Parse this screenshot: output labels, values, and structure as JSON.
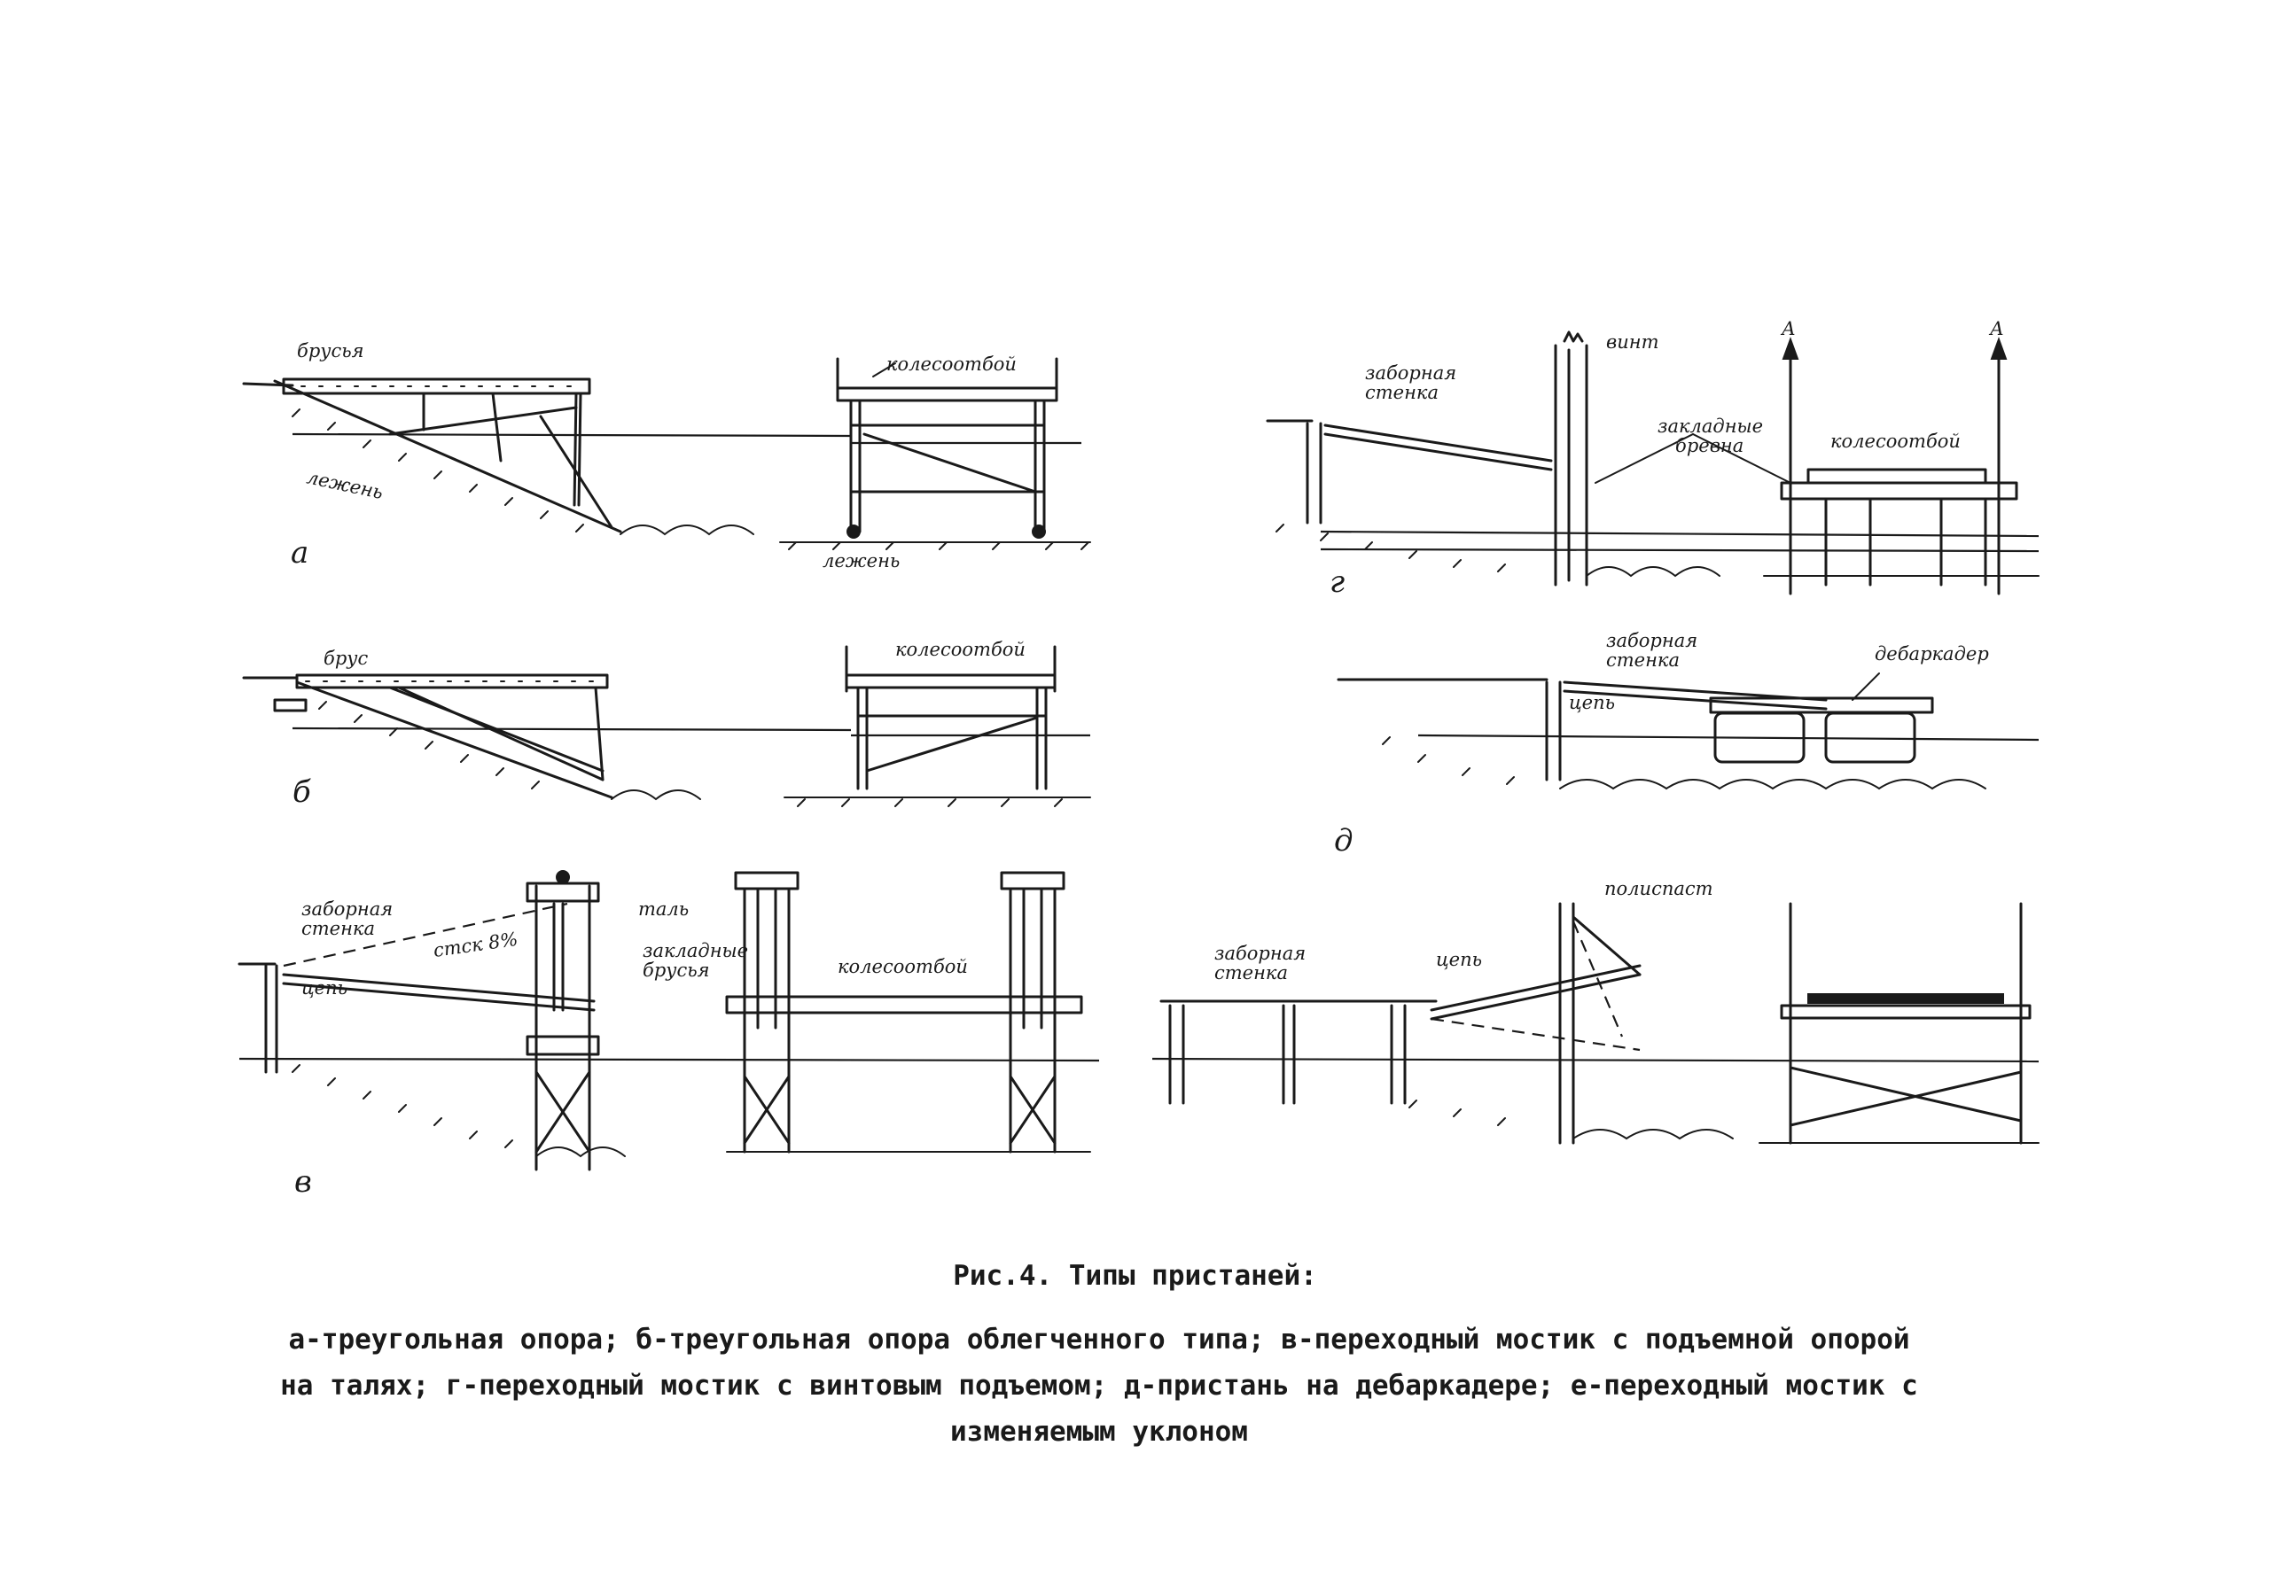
{
  "figure": {
    "panels": {
      "a": {
        "letter": "а",
        "labels": {
          "brusya": "брусья",
          "lezhen": "лежень",
          "kolesootboi": "колесоотбой",
          "lezhen2": "лежень"
        }
      },
      "b": {
        "letter": "б",
        "labels": {
          "brus": "брус",
          "kolesootboi": "колесоотбой"
        }
      },
      "v": {
        "letter": "в",
        "labels": {
          "zabornaya1": "заборная",
          "zabornaya2": "стенка",
          "tal": "таль",
          "tsep": "цепь",
          "stsk": "стск 8%",
          "zaklad1": "закладные",
          "zaklad2": "брусья",
          "kolesootboi": "колесоотбой"
        }
      },
      "g": {
        "letter": "г",
        "labels": {
          "vint": "винт",
          "zabornaya1": "заборная",
          "zabornaya2": "стенка",
          "zaklad1": "закладные",
          "zaklad2": "бревна",
          "kolesootboi": "колесоотбой",
          "markA1": "А",
          "markA2": "А"
        }
      },
      "d": {
        "letter": "д",
        "labels": {
          "zabornaya1": "заборная",
          "zabornaya2": "стенка",
          "debarkader": "дебаркадер",
          "tsep": "цепь"
        }
      },
      "e": {
        "letter": "",
        "labels": {
          "polispast": "полиспаст",
          "zabornaya1": "заборная",
          "zabornaya2": "стенка",
          "tsep": "цепь"
        }
      }
    }
  },
  "caption": {
    "title": "Рис.4. Типы пристаней:",
    "text": "а-треугольная  опора; б-треугольная опора облегченного типа; в-переходный мостик с подъемной опорой на талях; г-переходный мостик с винтовым подъемом; д-пристань на дебаркадере; е-переходный мостик с изменяемым уклоном"
  }
}
